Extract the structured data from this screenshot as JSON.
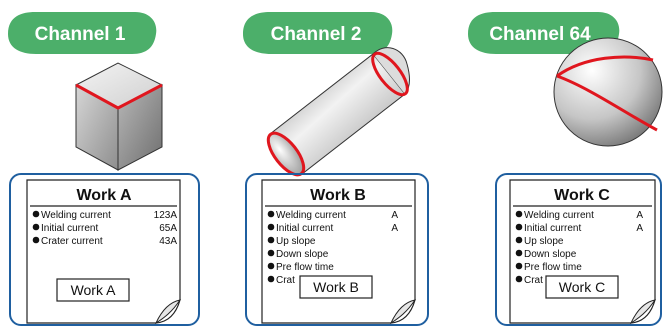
{
  "colors": {
    "badge": "#4caf6a",
    "frame": "#1f5fa0",
    "weld": "#e0161e"
  },
  "channels": [
    {
      "badge": "Channel 1",
      "shape": "cube",
      "card_title": "Work A",
      "items": [
        {
          "label": "Welding current",
          "value": "123A"
        },
        {
          "label": "Initial current",
          "value": "65A"
        },
        {
          "label": "Crater current",
          "value": "43A"
        }
      ],
      "label": "Work A"
    },
    {
      "badge": "Channel 2",
      "shape": "cylinder",
      "card_title": "Work B",
      "items": [
        {
          "label": "Welding current",
          "value": "A"
        },
        {
          "label": "Initial current",
          "value": "A"
        },
        {
          "label": "Up slope",
          "value": ""
        },
        {
          "label": "Down slope",
          "value": ""
        },
        {
          "label": "Pre flow time",
          "value": ""
        },
        {
          "label": "Crat",
          "value": ""
        }
      ],
      "label": "Work B"
    },
    {
      "badge": "Channel 64",
      "shape": "sphere",
      "card_title": "Work C",
      "items": [
        {
          "label": "Welding current",
          "value": "A"
        },
        {
          "label": "Initial current",
          "value": "A"
        },
        {
          "label": "Up slope",
          "value": ""
        },
        {
          "label": "Down slope",
          "value": ""
        },
        {
          "label": "Pre flow time",
          "value": ""
        },
        {
          "label": "Crat",
          "value": ""
        }
      ],
      "label": "Work C"
    }
  ]
}
